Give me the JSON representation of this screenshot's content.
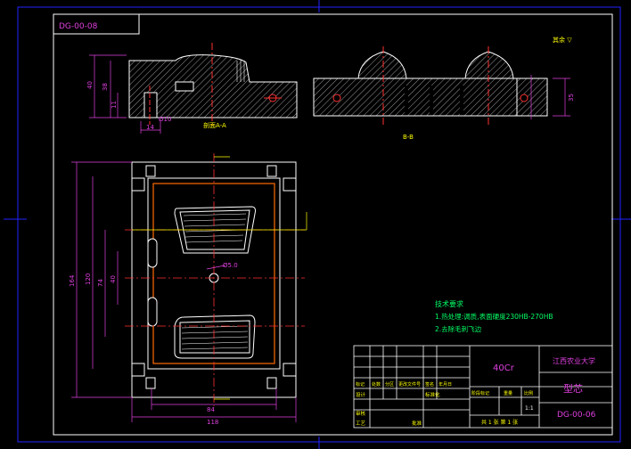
{
  "drawing_number": "DG-00-08",
  "title_block_number": "DG-00-06",
  "surface_note": "其余 ▽",
  "section_a_label": "剖面A-A",
  "section_b_label": "B-B",
  "dimensions": {
    "overall_height": "40",
    "body_height": "38",
    "base_height": "11",
    "hole_dia": "Ø10",
    "hole_offset": "14",
    "right_height": "35",
    "total_length": "164",
    "length_120": "120",
    "length_74": "74",
    "length_40": "40",
    "width_84": "84",
    "width_118": "118",
    "center_hole": "Ø5.0"
  },
  "technical_requirements": {
    "heading": "技术要求",
    "items": [
      "1.热处理:调质,表面硬度230HB-270HB",
      "2.去除毛刺飞边"
    ]
  },
  "title_block": {
    "material": "40Cr",
    "school": "江西农业大学",
    "part_name": "型芯",
    "scale": "1:1",
    "sheet_info": "共 1 张  第 1 张",
    "headers": [
      "标记",
      "处数",
      "分区",
      "更改文件号",
      "签名",
      "年月日"
    ],
    "roles": [
      "设计",
      "审核",
      "工艺"
    ],
    "stage_headers": [
      "阶段标记",
      "重量",
      "比例"
    ],
    "approve": "批准",
    "standardize": "标准化"
  },
  "colors": {
    "background": "#000000",
    "lines": "#ffffff",
    "frame": "#2222ff",
    "centerline": "#ff3030",
    "dimension": "#e040e0",
    "annotation": "#ffff00",
    "text": "#00ff66"
  }
}
